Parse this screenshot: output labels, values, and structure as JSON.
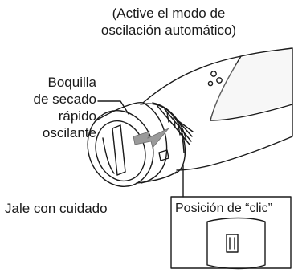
{
  "instruction": {
    "line1": "(Active el modo de",
    "line2": "oscilación automático)"
  },
  "nozzle_label": {
    "line1": "Boquilla",
    "line2": "de secado",
    "line3": "rápido",
    "line4": "oscilante"
  },
  "pull_label": "Jale con cuidado",
  "click_position_label": "Posición de “clic”",
  "colors": {
    "line": "#1a1a1a",
    "arrow": "#9a9a9a",
    "shade": "#e8e8e8"
  }
}
